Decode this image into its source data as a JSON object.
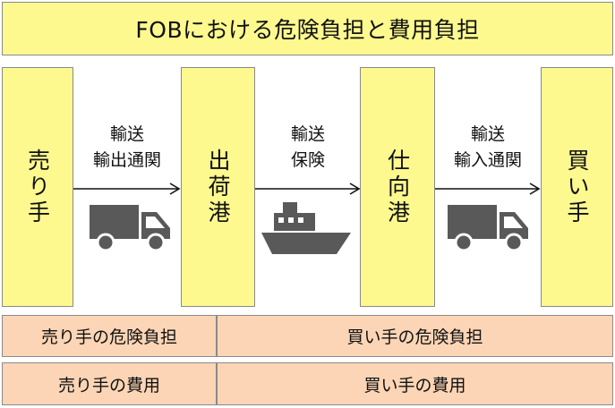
{
  "title": "FOBにおける危険負担と費用負担",
  "parties": {
    "seller": "売り手",
    "departure_port": "出荷港",
    "arrival_port": "仕向港",
    "buyer": "買い手"
  },
  "stages": [
    {
      "line1": "輸送",
      "line2": "輸出通関",
      "icon": "truck-icon"
    },
    {
      "line1": "輸送",
      "line2": "保険",
      "icon": "ship-icon"
    },
    {
      "line1": "輸送",
      "line2": "輸入通関",
      "icon": "truck-icon"
    }
  ],
  "risk_row": {
    "seller": "売り手の危険負担",
    "buyer": "買い手の危険負担"
  },
  "cost_row": {
    "seller": "売り手の費用",
    "buyer": "買い手の費用"
  },
  "colors": {
    "party_box": "#fdf98f",
    "band": "#fbd5b5",
    "icon": "#595959",
    "border": "#8a8a8a"
  }
}
